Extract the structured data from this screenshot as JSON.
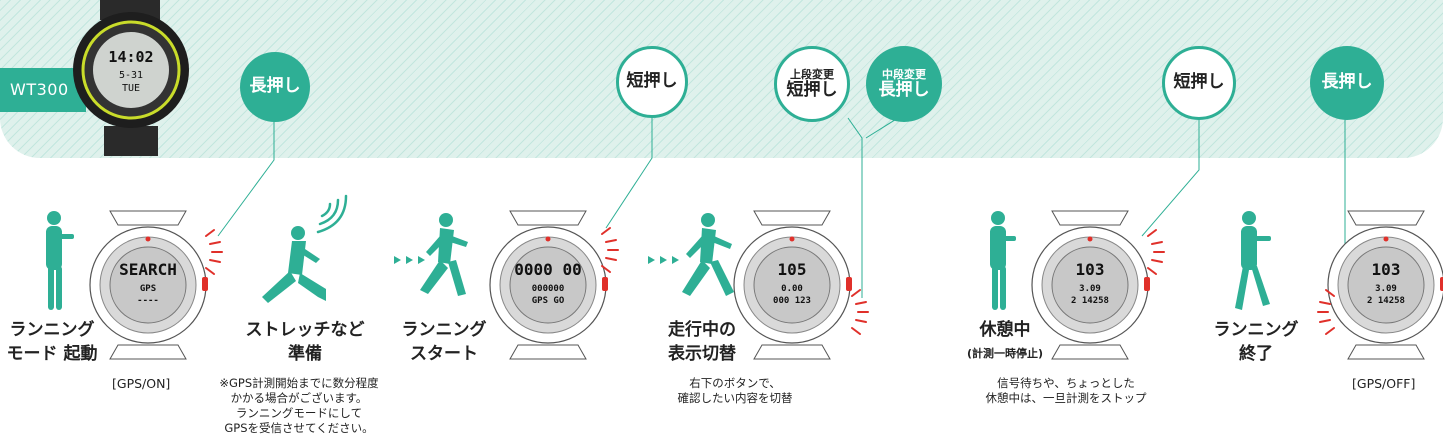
{
  "model": "WT300",
  "banner_watch": {
    "line1": "14:02",
    "line2": "5-31",
    "line3": "TUE"
  },
  "buttons": [
    {
      "id": "b1",
      "label": "長押し"
    },
    {
      "id": "b2",
      "label": "短押し"
    },
    {
      "id": "b3",
      "top": "上段変更",
      "label": "短押し"
    },
    {
      "id": "b4",
      "top": "中段変更",
      "label": "長押し"
    },
    {
      "id": "b5",
      "label": "短押し"
    },
    {
      "id": "b6",
      "label": "長押し"
    }
  ],
  "steps": [
    {
      "id": "s1",
      "title_lines": [
        "ランニング",
        "モード 起動"
      ]
    },
    {
      "id": "s2",
      "title_lines": [
        "ストレッチなど",
        "準備"
      ]
    },
    {
      "id": "s3",
      "title_lines": [
        "ランニング",
        "スタート"
      ]
    },
    {
      "id": "s4",
      "title_lines": [
        "走行中の",
        "表示切替"
      ]
    },
    {
      "id": "s5",
      "title_lines": [
        "休憩中"
      ],
      "subtitle": "(計測一時停止)"
    },
    {
      "id": "s6",
      "title_lines": [
        "ランニング",
        "終了"
      ]
    }
  ],
  "tags": {
    "gps_on": "[GPS/ON]",
    "gps_off": "[GPS/OFF]"
  },
  "notes": {
    "stretch": [
      "※GPS計測開始までに数分程度",
      "かかる場合がございます。",
      "ランニングモードにして",
      "GPSを受信させてください。"
    ],
    "display": [
      "右下のボタンで、",
      "確認したい内容を切替"
    ],
    "rest": [
      "信号待ちや、ちょっとした",
      "休憩中は、一旦計測をストップ"
    ]
  },
  "watches": [
    {
      "id": "w1",
      "lines": [
        "SEARCH",
        "GPS",
        "----"
      ]
    },
    {
      "id": "w2",
      "lines": [
        "0000 00",
        "000000",
        "GPS GO"
      ]
    },
    {
      "id": "w3",
      "lines": [
        "105",
        "0.00",
        "000 123"
      ]
    },
    {
      "id": "w4",
      "lines": [
        "103",
        "3.09",
        "2 14258"
      ]
    },
    {
      "id": "w5",
      "lines": [
        "103",
        "3.09",
        "2 14258"
      ]
    }
  ],
  "colors": {
    "accent": "#2eaf95",
    "banner": "#dff1ec",
    "press": "#e0302a"
  }
}
